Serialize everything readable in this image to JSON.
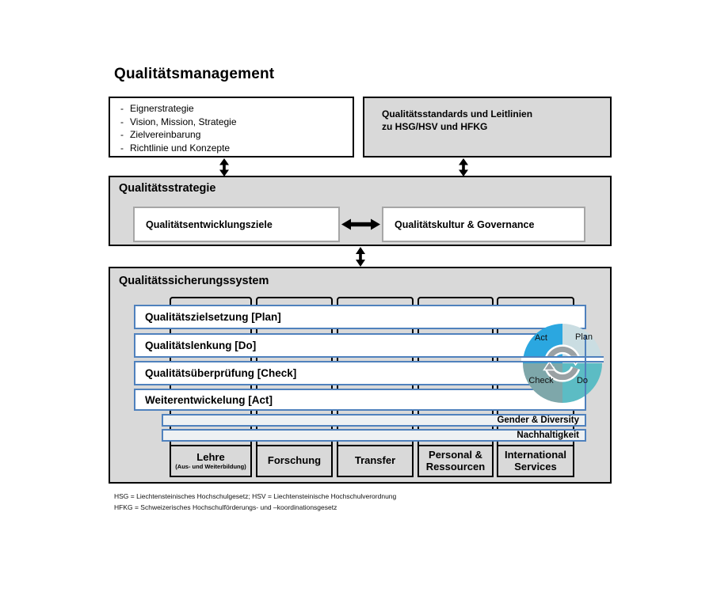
{
  "title": "Qualitätsmanagement",
  "top_left_box": {
    "bullet": "-",
    "items": [
      "Eignerstrategie",
      "Vision, Mission, Strategie",
      "Zielvereinbarung",
      "Richtlinie und Konzepte"
    ]
  },
  "top_right_box": {
    "line1": "Qualitätsstandards und Leitlinien",
    "line2": "zu HSG/HSV und HFKG"
  },
  "strategy": {
    "title": "Qualitätsstrategie",
    "left_box": "Qualitätsentwicklungsziele",
    "right_box": "Qualitätskultur & Governance"
  },
  "system": {
    "title": "Qualitätssicherungssystem",
    "bars": [
      "Qualitätszielsetzung [Plan]",
      "Qualitätslenkung [Do]",
      "Qualitätsüberprüfung [Check]",
      "Weiterentwickelung [Act]"
    ],
    "cross_bars": [
      "Gender & Diversity",
      "Nachhaltigkeit"
    ],
    "bottom_boxes": [
      {
        "label": "Lehre",
        "sublabel": "(Aus- und Weiterbildung)"
      },
      {
        "label": "Forschung",
        "sublabel": ""
      },
      {
        "label": "Transfer",
        "sublabel": ""
      },
      {
        "label": "Personal & Ressourcen",
        "sublabel": ""
      },
      {
        "label": "International Services",
        "sublabel": ""
      }
    ],
    "pdca": {
      "labels": {
        "act": "Act",
        "plan": "Plan",
        "check": "Check",
        "do": "Do"
      },
      "colors": {
        "act": "#2BA7E0",
        "plan": "#CADDE2",
        "check": "#7EA7AA",
        "do": "#5CBCC4"
      }
    }
  },
  "footnotes": [
    "HSG = Liechtensteinisches Hochschulgesetz; HSV = Liechtensteinische Hochschulverordnung",
    "HFKG = Schweizerisches Hochschulförderungs- und –koordinationsgesetz"
  ],
  "colors": {
    "box_gray": "#d9d9d9",
    "bar_border_blue": "#4f81bd",
    "inner_box_border": "#a6a6a6"
  }
}
